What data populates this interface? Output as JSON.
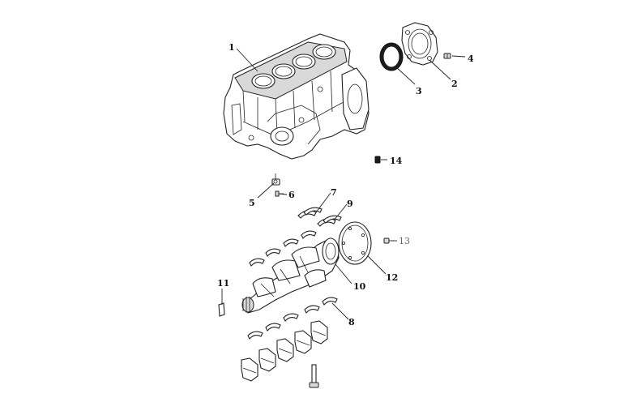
{
  "callouts": [
    {
      "id": "p1",
      "label": "1"
    },
    {
      "id": "p2",
      "label": "2"
    },
    {
      "id": "p3",
      "label": "3"
    },
    {
      "id": "p4",
      "label": "4"
    },
    {
      "id": "p5",
      "label": "5"
    },
    {
      "id": "p6",
      "label": "6"
    },
    {
      "id": "p7",
      "label": "7"
    },
    {
      "id": "p8",
      "label": "8"
    },
    {
      "id": "p9",
      "label": "9"
    },
    {
      "id": "p10",
      "label": "10"
    },
    {
      "id": "p11",
      "label": "11"
    },
    {
      "id": "p12",
      "label": "12"
    },
    {
      "id": "p13",
      "label": "13"
    },
    {
      "id": "p14",
      "label": "14"
    }
  ]
}
